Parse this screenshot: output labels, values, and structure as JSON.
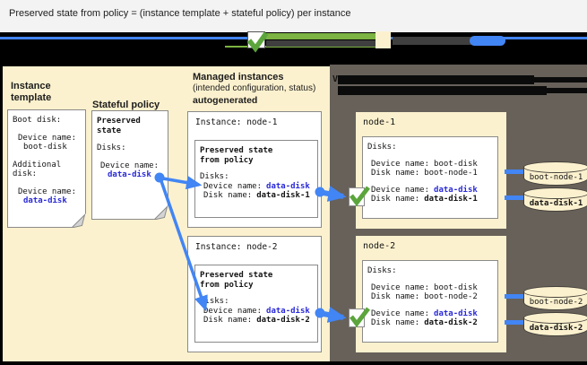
{
  "title": "Preserved state from policy = (instance template + stateful policy) per instance",
  "colors": {
    "panel_cream": "#fcf1ce",
    "panel_dark": "#67615a",
    "connector_blue": "#4285f4",
    "code_blue": "#2929d8",
    "check_green": "#5ba53c",
    "legend_green": "#7cb342"
  },
  "left": {
    "template_label": "Instance template",
    "template_card": {
      "boot_disk_label": "Boot disk:",
      "device_name_label": "Device name:",
      "boot_device_value": "boot-disk",
      "additional_disk_label": "Additional disk:",
      "data_device_value": "data-disk"
    },
    "policy_label": "Stateful policy",
    "policy_card": {
      "heading": "Preserved state",
      "disks_label": "Disks:",
      "device_name_label": "Device name:",
      "device_value": "data-disk"
    },
    "managed": {
      "heading_line1": "Managed instances",
      "heading_line2": "(intended configuration, status)",
      "heading_line3": "autogenerated",
      "instances": [
        {
          "title": "Instance: node-1",
          "preserved_heading": "Preserved state from policy",
          "disks_label": "Disks:",
          "device_label": "Device name:",
          "device_value": "data-disk",
          "disk_label": "Disk name:",
          "disk_value": "data-disk-1"
        },
        {
          "title": "Instance: node-2",
          "preserved_heading": "Preserved state from policy",
          "disks_label": "Disks:",
          "device_label": "Device name:",
          "device_value": "data-disk",
          "disk_label": "Disk name:",
          "disk_value": "data-disk-2"
        }
      ]
    }
  },
  "right": {
    "redacted_fragment": "V",
    "nodes": [
      {
        "title": "node-1",
        "disks_label": "Disks:",
        "boot_device_label": "Device name:",
        "boot_device_value": "boot-disk",
        "boot_disk_label": "Disk name:",
        "boot_disk_value": "boot-node-1",
        "data_device_label": "Device name:",
        "data_device_value": "data-disk",
        "data_disk_label": "Disk name:",
        "data_disk_value": "data-disk-1",
        "cylinder_boot": "boot-node-1",
        "cylinder_data": "data-disk-1"
      },
      {
        "title": "node-2",
        "disks_label": "Disks:",
        "boot_device_label": "Device name:",
        "boot_device_value": "boot-disk",
        "boot_disk_label": "Disk name:",
        "boot_disk_value": "boot-node-2",
        "data_device_label": "Device name:",
        "data_device_value": "data-disk",
        "data_disk_label": "Disk name:",
        "data_disk_value": "data-disk-2",
        "cylinder_boot": "boot-node-2",
        "cylinder_data": "data-disk-2"
      }
    ]
  }
}
